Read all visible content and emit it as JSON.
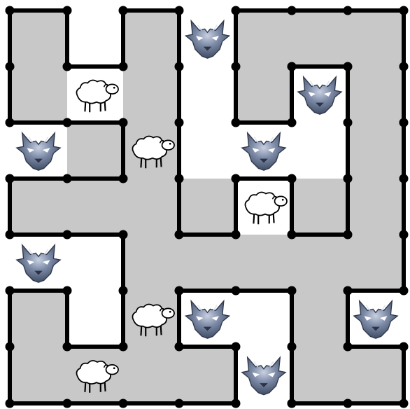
{
  "puzzle": {
    "type": "wolves-and-sheep-fence",
    "grid": {
      "rows": 7,
      "cols": 7
    },
    "colors": {
      "region_fill": "#c8c8c8",
      "background": "#ffffff",
      "fence": "#000000",
      "wolf_body": "#5a6a86",
      "sheep_body": "#ffffff"
    },
    "shaded_cells": [
      [
        0,
        0
      ],
      [
        0,
        2
      ],
      [
        0,
        4
      ],
      [
        0,
        5
      ],
      [
        0,
        6
      ],
      [
        1,
        0
      ],
      [
        1,
        2
      ],
      [
        1,
        4
      ],
      [
        1,
        6
      ],
      [
        2,
        1
      ],
      [
        2,
        2
      ],
      [
        2,
        6
      ],
      [
        3,
        0
      ],
      [
        3,
        1
      ],
      [
        3,
        2
      ],
      [
        3,
        3
      ],
      [
        3,
        5
      ],
      [
        3,
        6
      ],
      [
        4,
        2
      ],
      [
        4,
        3
      ],
      [
        4,
        4
      ],
      [
        4,
        5
      ],
      [
        4,
        6
      ],
      [
        5,
        0
      ],
      [
        5,
        2
      ],
      [
        5,
        5
      ],
      [
        6,
        0
      ],
      [
        6,
        1
      ],
      [
        6,
        2
      ],
      [
        6,
        3
      ],
      [
        6,
        5
      ],
      [
        6,
        6
      ]
    ],
    "pieces": [
      {
        "kind": "wolf",
        "row": 0,
        "col": 3
      },
      {
        "kind": "sheep",
        "row": 1,
        "col": 1
      },
      {
        "kind": "wolf",
        "row": 1,
        "col": 5
      },
      {
        "kind": "wolf",
        "row": 2,
        "col": 0
      },
      {
        "kind": "sheep",
        "row": 2,
        "col": 2
      },
      {
        "kind": "wolf",
        "row": 2,
        "col": 4
      },
      {
        "kind": "sheep",
        "row": 3,
        "col": 4
      },
      {
        "kind": "wolf",
        "row": 4,
        "col": 0
      },
      {
        "kind": "sheep",
        "row": 5,
        "col": 2
      },
      {
        "kind": "wolf",
        "row": 5,
        "col": 3
      },
      {
        "kind": "wolf",
        "row": 5,
        "col": 6
      },
      {
        "kind": "sheep",
        "row": 6,
        "col": 1
      },
      {
        "kind": "wolf",
        "row": 6,
        "col": 4
      }
    ],
    "fences": [
      [
        [
          0,
          0
        ],
        [
          0,
          1
        ]
      ],
      [
        [
          0,
          1
        ],
        [
          1,
          1
        ]
      ],
      [
        [
          1,
          1
        ],
        [
          1,
          2
        ]
      ],
      [
        [
          1,
          2
        ],
        [
          0,
          2
        ]
      ],
      [
        [
          0,
          2
        ],
        [
          0,
          3
        ]
      ],
      [
        [
          0,
          3
        ],
        [
          2,
          3
        ]
      ],
      [
        [
          0,
          0
        ],
        [
          2,
          0
        ]
      ],
      [
        [
          2,
          0
        ],
        [
          2,
          2
        ]
      ],
      [
        [
          2,
          2
        ],
        [
          3,
          2
        ]
      ],
      [
        [
          3,
          2
        ],
        [
          3,
          0
        ]
      ],
      [
        [
          3,
          0
        ],
        [
          4,
          0
        ]
      ],
      [
        [
          4,
          0
        ],
        [
          4,
          2
        ]
      ],
      [
        [
          4,
          2
        ],
        [
          6,
          2
        ]
      ],
      [
        [
          6,
          2
        ],
        [
          6,
          1
        ]
      ],
      [
        [
          6,
          1
        ],
        [
          5,
          1
        ]
      ],
      [
        [
          5,
          1
        ],
        [
          5,
          0
        ]
      ],
      [
        [
          5,
          0
        ],
        [
          7,
          0
        ]
      ],
      [
        [
          7,
          0
        ],
        [
          7,
          4
        ]
      ],
      [
        [
          7,
          4
        ],
        [
          6,
          4
        ]
      ],
      [
        [
          6,
          4
        ],
        [
          6,
          3
        ]
      ],
      [
        [
          6,
          3
        ],
        [
          5,
          3
        ]
      ],
      [
        [
          5,
          3
        ],
        [
          5,
          5
        ]
      ],
      [
        [
          5,
          5
        ],
        [
          7,
          5
        ]
      ],
      [
        [
          7,
          5
        ],
        [
          7,
          7
        ]
      ],
      [
        [
          7,
          7
        ],
        [
          6,
          7
        ]
      ],
      [
        [
          6,
          7
        ],
        [
          6,
          6
        ]
      ],
      [
        [
          6,
          6
        ],
        [
          5,
          6
        ]
      ],
      [
        [
          5,
          6
        ],
        [
          5,
          7
        ]
      ],
      [
        [
          5,
          7
        ],
        [
          0,
          7
        ]
      ],
      [
        [
          0,
          7
        ],
        [
          0,
          4
        ]
      ],
      [
        [
          0,
          4
        ],
        [
          2,
          4
        ]
      ],
      [
        [
          2,
          4
        ],
        [
          2,
          5
        ]
      ],
      [
        [
          2,
          5
        ],
        [
          1,
          5
        ]
      ],
      [
        [
          1,
          5
        ],
        [
          1,
          6
        ]
      ],
      [
        [
          1,
          6
        ],
        [
          4,
          6
        ]
      ],
      [
        [
          4,
          6
        ],
        [
          4,
          5
        ]
      ],
      [
        [
          4,
          5
        ],
        [
          3,
          5
        ]
      ],
      [
        [
          3,
          5
        ],
        [
          3,
          4
        ]
      ],
      [
        [
          3,
          4
        ],
        [
          4,
          4
        ]
      ],
      [
        [
          4,
          4
        ],
        [
          4,
          3
        ]
      ],
      [
        [
          4,
          3
        ],
        [
          2,
          3
        ]
      ]
    ]
  }
}
